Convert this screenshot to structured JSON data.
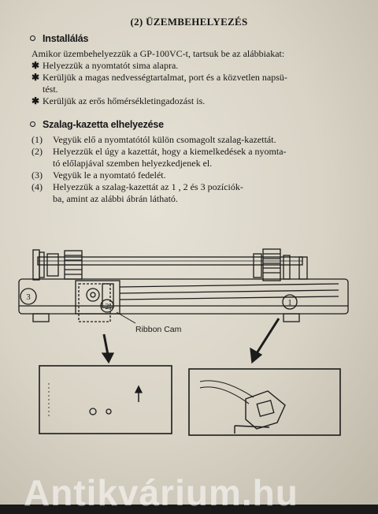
{
  "title": "(2) ÜZEMBEHELYEZÉS",
  "section1": {
    "heading": "Installálás",
    "intro": "Amikor üzembehelyezzük a GP-100VC-t, tartsuk be az alábbiakat:",
    "bullets": [
      [
        "Helyezzük a nyomtatót sima alapra."
      ],
      [
        "Kerüljük a magas nedvességtartalmat, port és a közvetlen napsü-",
        "tést."
      ],
      [
        "Kerüljük az erős hőmérsékletingadozást is."
      ]
    ]
  },
  "section2": {
    "heading": "Szalag-kazetta elhelyezése",
    "steps": [
      {
        "num": "(1)",
        "lines": [
          "Vegyük elő a nyomtatótól külön csomagolt szalag-kazettát."
        ]
      },
      {
        "num": "(2)",
        "lines": [
          "Helyezzük el úgy a kazettát, hogy a kiemelkedések a nyomta-",
          "tó előlapjával szemben helyezkedjenek el."
        ]
      },
      {
        "num": "(3)",
        "lines": [
          "Vegyük le a nyomtató fedelét."
        ]
      },
      {
        "num": "(4)",
        "lines": [
          "Helyezzük a szalag-kazettát az    1   ,  2  és  3  pozíciók-",
          "ba, amint az alábbi ábrán látható."
        ]
      }
    ]
  },
  "figure": {
    "labels": {
      "pos1": "1",
      "pos2": "2",
      "pos3": "3"
    },
    "cam_label": "Ribbon Cam"
  },
  "watermark": "Antikvárium.hu"
}
